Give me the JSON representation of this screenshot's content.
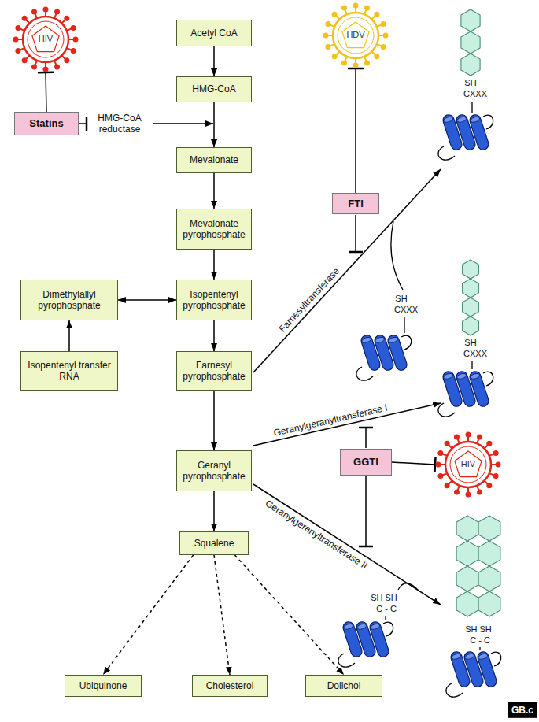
{
  "diagram": {
    "nodes": [
      {
        "text": [
          "HIV"
        ]
      },
      {
        "text": [
          "Statins"
        ]
      },
      {
        "text": [
          "Acetyl CoA"
        ]
      },
      {
        "text": [
          "HMG-CoA"
        ]
      },
      {
        "text": [
          "Mevalonate"
        ]
      },
      {
        "text": [
          "Mevalonate pyrophosphate"
        ]
      },
      {
        "text": [
          "HDV"
        ]
      },
      {
        "text": [
          "FTI"
        ]
      },
      {
        "text": [
          "Dimethylallyl pyrophosphate"
        ]
      },
      {
        "text": [
          "Isopentenyl pyrophosphate"
        ]
      },
      {
        "text": [
          "Isopentenyl transfer RNA"
        ]
      },
      {
        "text": [
          "Farnesyl pyrophosphate"
        ]
      },
      {
        "text": [
          "Geranyl pyrophosphate"
        ]
      },
      {
        "text": [
          "GGTI"
        ]
      },
      {
        "text": [
          "HIV"
        ]
      },
      {
        "text": [
          "Squalene"
        ]
      },
      {
        "text": [
          "Ubiquinone"
        ]
      },
      {
        "text": [
          "Cholesterol"
        ]
      },
      {
        "text": [
          "Dolichol"
        ]
      }
    ],
    "edges": [
      {
        "from": 1,
        "to": 0,
        "arrow": "to"
      },
      {
        "from": 2,
        "to": 3,
        "arrow": "to"
      },
      {
        "from": 3,
        "to": 4,
        "arrow": "to"
      },
      {
        "from": 4,
        "to": 5,
        "arrow": "to"
      },
      {
        "from": 5,
        "to": 9,
        "arrow": "to"
      },
      {
        "from": 8,
        "to": 9,
        "arrow": "both"
      },
      {
        "from": 10,
        "to": 8,
        "arrow": "to"
      },
      {
        "from": 9,
        "to": 11,
        "arrow": "to"
      },
      {
        "from": 11,
        "to": 12,
        "arrow": "to"
      },
      {
        "from": 12,
        "to": 15,
        "arrow": "to"
      },
      {
        "from": 15,
        "to": 16,
        "arrow": "to"
      },
      {
        "from": 15,
        "to": 17,
        "arrow": "to"
      },
      {
        "from": 15,
        "to": 18,
        "arrow": "to"
      },
      {
        "from": 7,
        "to": 6,
        "arrow": "to"
      },
      {
        "from": 13,
        "to": 14,
        "arrow": "to"
      }
    ],
    "labels": [
      "HMG-CoA reductase",
      "Farnesyltransferase",
      "SH",
      "CXXX",
      "SH",
      "CXXX",
      "SH",
      "CXXX",
      "Geranylgeranyltransferase I",
      "Geranylgeranyltransferase II",
      "SH SH",
      "C - C",
      "SH SH",
      "C - C",
      "GB.c"
    ]
  }
}
